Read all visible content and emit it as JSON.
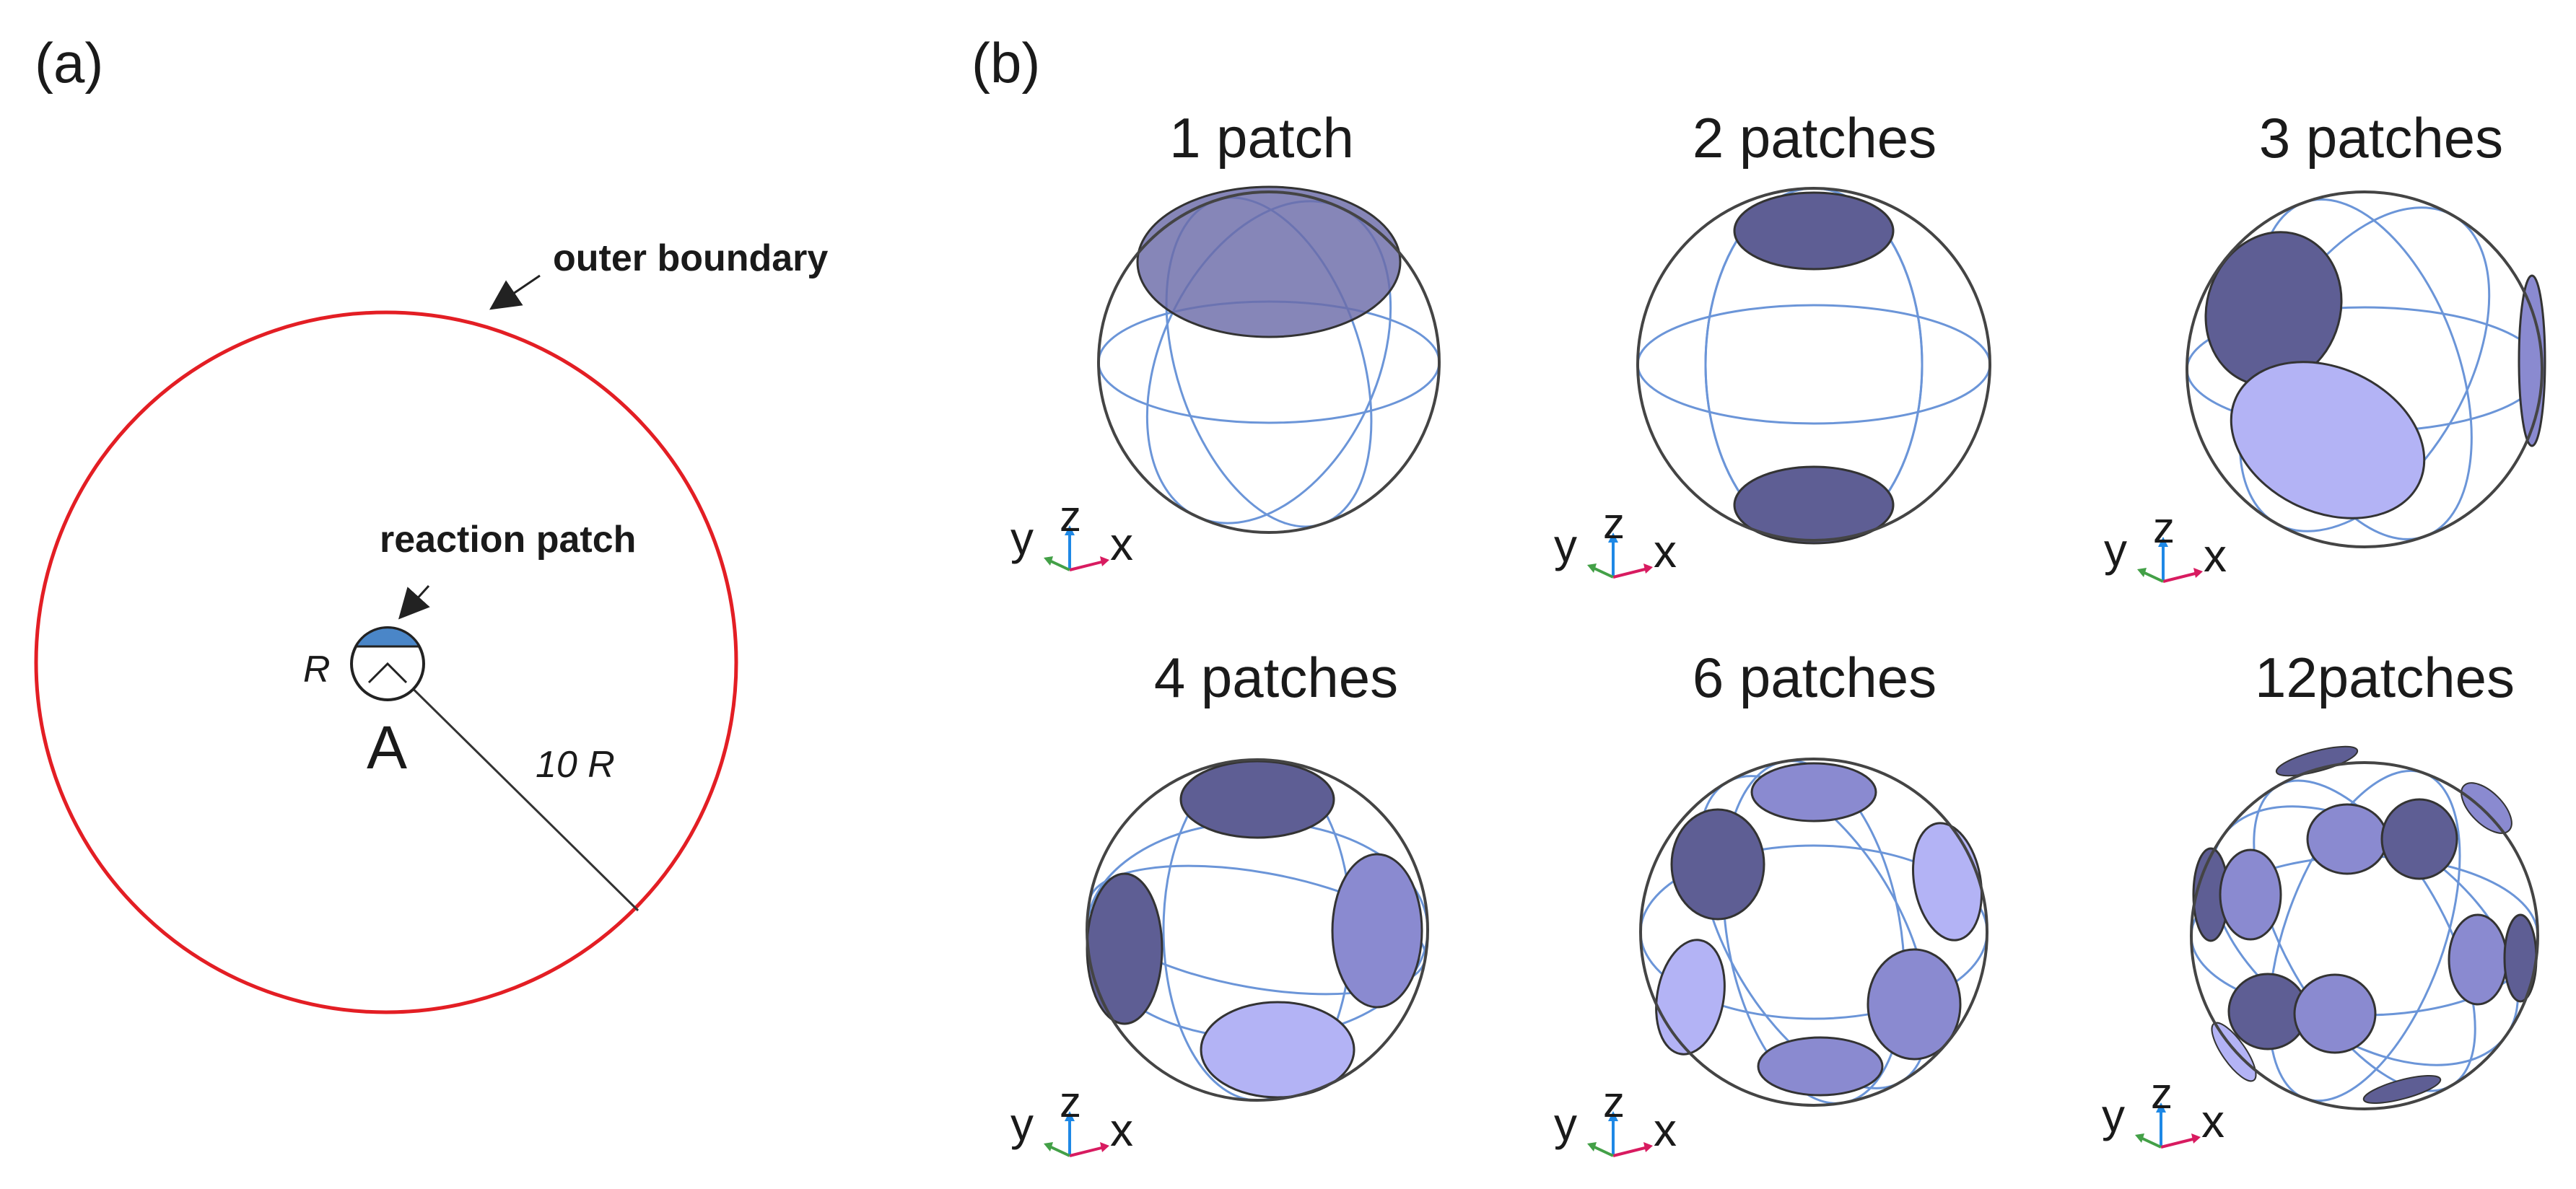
{
  "panel_a": {
    "label": "(a)",
    "outer_boundary_label": "outer boundary",
    "reaction_patch_label": "reaction patch",
    "radius_label": "R",
    "particle_label": "A",
    "distance_label": "10 R",
    "colors": {
      "outer_boundary": "#e31e24",
      "patch": "#4a86c8",
      "line": "#333333"
    }
  },
  "panel_b": {
    "label": "(b)",
    "spheres": [
      {
        "title": "1 patch"
      },
      {
        "title": "2 patches"
      },
      {
        "title": "3 patches"
      },
      {
        "title": "4 patches"
      },
      {
        "title": "6 patches"
      },
      {
        "title": "12patches"
      }
    ],
    "axis_labels": {
      "y": "y",
      "z": "z",
      "x": "x"
    },
    "colors": {
      "sphere_outline": "#444444",
      "grid_lines": "#6b95d8",
      "patch_dark": "#5e5e94",
      "patch_mid": "#8a8ad0",
      "patch_light": "#b3b3f5",
      "axis_x": "#d81b60",
      "axis_y": "#43a047",
      "axis_z": "#1e88e5"
    }
  }
}
